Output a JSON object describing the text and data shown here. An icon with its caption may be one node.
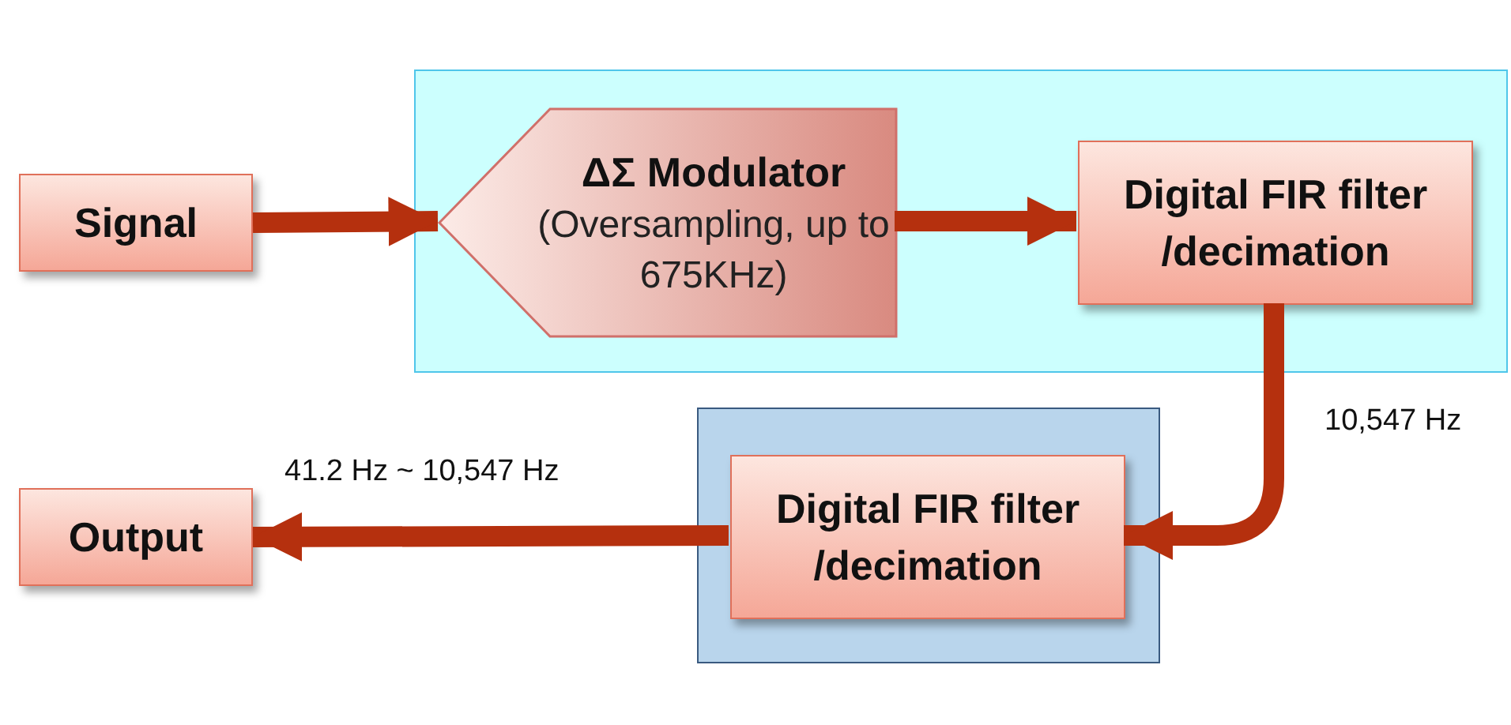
{
  "diagram": {
    "nodes": [
      {
        "text": [
          "Signal"
        ]
      },
      {
        "text": [],
        "shape": "box"
      },
      {
        "text": [
          "ΔΣ Modulator",
          "(Oversampling, up to 675KHz)"
        ],
        "in": 1
      },
      {
        "text": [
          "Digital FIR filter /decimation"
        ],
        "in": 1
      },
      {
        "text": [],
        "shape": "box"
      },
      {
        "text": [
          "Digital FIR filter /decimation"
        ],
        "in": 4
      },
      {
        "text": [
          "Output"
        ]
      }
    ],
    "edges": [
      {
        "from": 0,
        "to": 2,
        "arrow": "to"
      },
      {
        "from": 2,
        "to": 3,
        "arrow": "to"
      },
      {
        "from": 3,
        "to": 5,
        "arrow": "to",
        "label": "10,547 Hz"
      },
      {
        "from": 5,
        "to": 6,
        "arrow": "to",
        "label": "41.2 Hz ~ 10,547 Hz"
      }
    ]
  }
}
